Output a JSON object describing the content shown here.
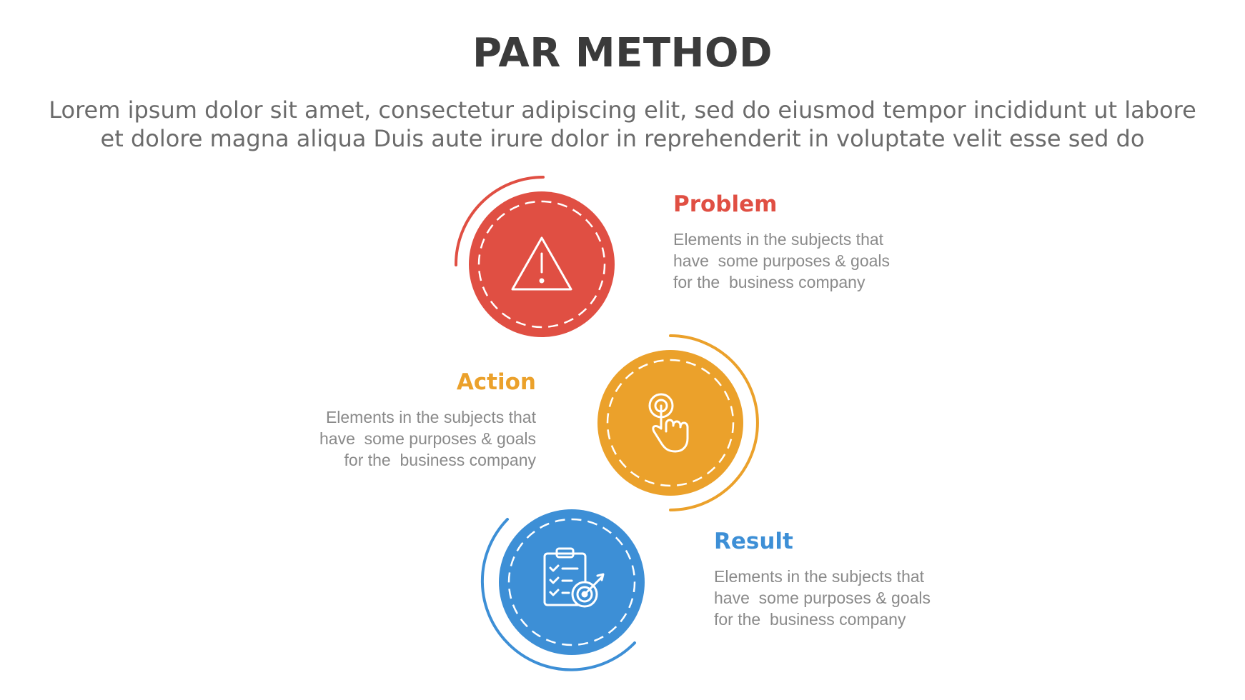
{
  "title": "PAR METHOD",
  "subtitle": {
    "line1": "Lorem ipsum dolor sit amet, consectetur adipiscing elit, sed do eiusmod tempor incididunt ut labore",
    "line2": "et dolore magna aliqua Duis aute irure dolor in reprehenderit in voluptate velit esse sed do"
  },
  "steps": [
    {
      "title": "Problem",
      "color": "#e04f43",
      "icon": "warning-triangle-icon",
      "desc": [
        "Elements in the subjects that",
        "have  some purposes & goals",
        "for the  business company"
      ]
    },
    {
      "title": "Action",
      "color": "#eba12b",
      "icon": "hand-tap-icon",
      "desc": [
        "Elements in the subjects that",
        "have  some purposes & goals",
        "for the  business company"
      ]
    },
    {
      "title": "Result",
      "color": "#3d8fd6",
      "icon": "clipboard-target-icon",
      "desc": [
        "Elements in the subjects that",
        "have  some purposes & goals",
        "for the  business company"
      ]
    }
  ]
}
